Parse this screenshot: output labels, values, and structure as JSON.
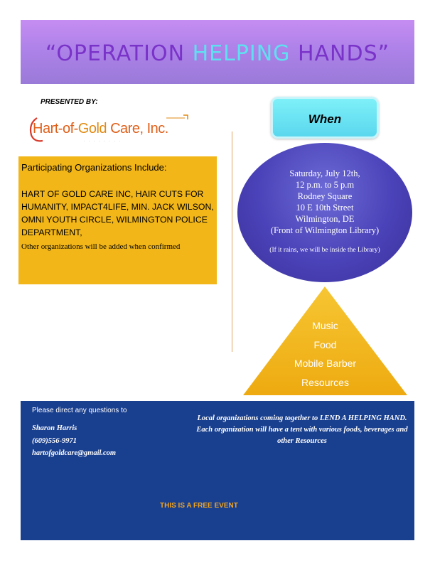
{
  "banner": {
    "title_open_quote": "“",
    "title_word1": "OPERATION ",
    "title_word2": "HELPING",
    "title_word3": " HANDS",
    "title_close_quote": "”"
  },
  "presented_by": "PRESENTED BY:",
  "logo": {
    "text_part1": "Hart-of-",
    "text_part2": "Gold",
    "text_part3": " Care, Inc."
  },
  "organizations": {
    "heading": "Participating Organizations Include:",
    "list": "HART OF GOLD CARE INC, HAIR CUTS FOR HUMANITY, IMPACT4LIFE, MIN. JACK WILSON, OMNI YOUTH CIRCLE, WILMINGTON POLICE DEPARTMENT,",
    "note": "Other organizations will be added when confirmed"
  },
  "when": {
    "label": "When"
  },
  "event": {
    "date": "Saturday,  July 12th,",
    "time": "12 p.m. to  5 p.m",
    "venue": "Rodney Square",
    "street": "10 E 10th Street",
    "city": "Wilmington, DE",
    "location_note": "(Front of Wilmington Library)",
    "rain_note": "(If it rains, we will be inside the Library)"
  },
  "offerings": [
    "Music",
    "Food",
    "Mobile Barber",
    "Resources"
  ],
  "footer": {
    "contact_heading": "Please direct any questions to",
    "contact_name": "Sharon Harris",
    "contact_phone": "(609)556-9971",
    "contact_email": "hartofgoldcare@gmail.com",
    "description": "Local organizations coming together to LEND A HELPING HAND. Each organization will have a tent with various foods, beverages and other Resources",
    "free_event": "THIS IS A FREE EVENT"
  },
  "colors": {
    "banner": "#ae82e9",
    "title_purple": "#7a33c8",
    "title_cyan": "#5fe0f0",
    "orgs_box": "#f2b619",
    "when_button": "#5ad7ee",
    "event_oval": "#4a42b8",
    "pyramid": "#f2b619",
    "footer": "#193f8f",
    "free_event": "#f2a51f"
  }
}
